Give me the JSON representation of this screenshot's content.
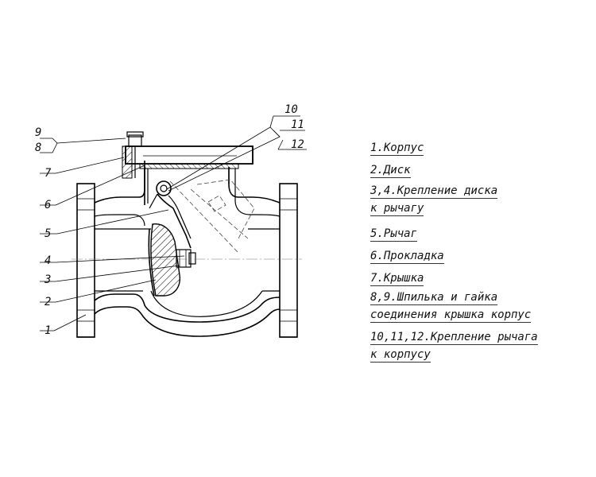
{
  "callouts": {
    "c1": "1",
    "c2": "2",
    "c3": "3",
    "c4": "4",
    "c5": "5",
    "c6": "6",
    "c7": "7",
    "c8": "8",
    "c9": "9",
    "c10": "10",
    "c11": "11",
    "c12": "12"
  },
  "legend": {
    "item1": "1.Корпус",
    "item2": "2.Диск",
    "item3_line1": "3,4.Крепление диска",
    "item3_line2": "к рычагу",
    "item4": "5.Рычаг",
    "item5": "6.Прокладка",
    "item6": "7.Крышка",
    "item7_line1": "8,9.Шпилька и гайка",
    "item7_line2": "соединения крышка корпус",
    "item8_line1": "10,11,12.Крепление рычага",
    "item8_line2": "к корпусу"
  }
}
